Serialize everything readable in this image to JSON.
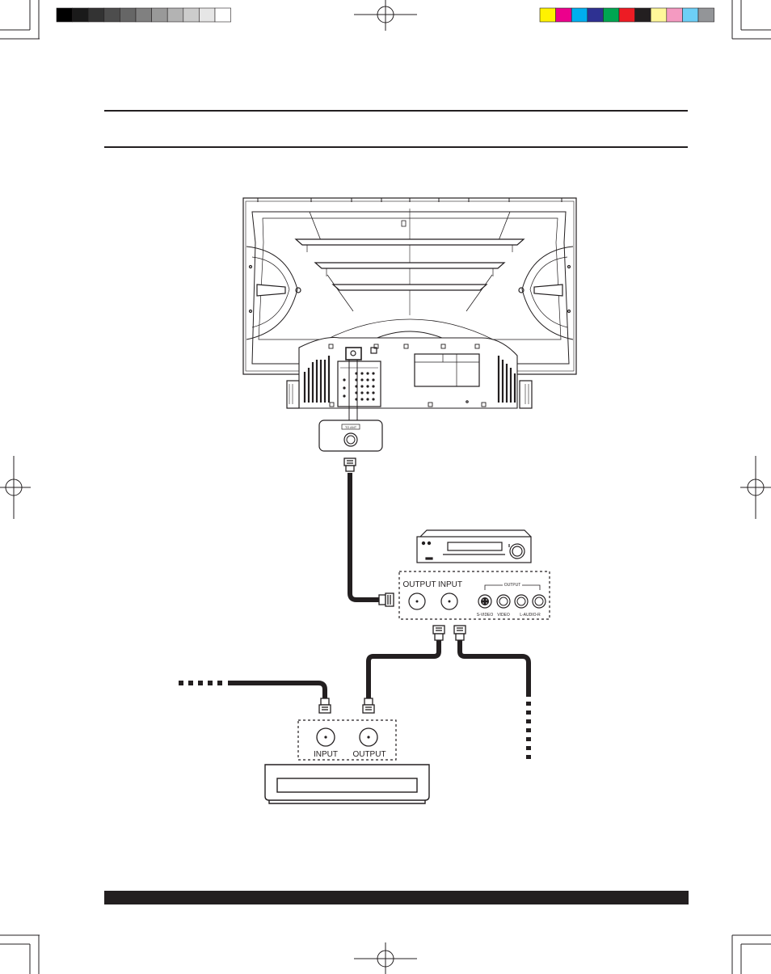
{
  "print_marks": {
    "grayscale_bar": [
      "#000000",
      "#1a1a1a",
      "#333333",
      "#4d4d4d",
      "#666666",
      "#808080",
      "#999999",
      "#b3b3b3",
      "#cccccc",
      "#e6e6e6",
      "#ffffff"
    ],
    "color_bar": [
      "#fff200",
      "#ec008c",
      "#00aeef",
      "#2e3192",
      "#00a651",
      "#ed1c24",
      "#231f20",
      "#fff799",
      "#f49ac1",
      "#6dcff6",
      "#939598"
    ]
  },
  "vcr": {
    "antenna_output_label": "OUTPUT",
    "antenna_input_label": "INPUT",
    "av_output_label": "OUTPUT",
    "svideo_label": "S-VIDEO",
    "video_label": "VIDEO",
    "audio_label": "L-AUDIO-R"
  },
  "cable_box": {
    "input_label": "INPUT",
    "output_label": "OUTPUT"
  },
  "tv_terminal": {
    "label": "TO ANT"
  },
  "colors": {
    "ink": "#231f20",
    "cable": "#231f20",
    "page": "#ffffff"
  }
}
